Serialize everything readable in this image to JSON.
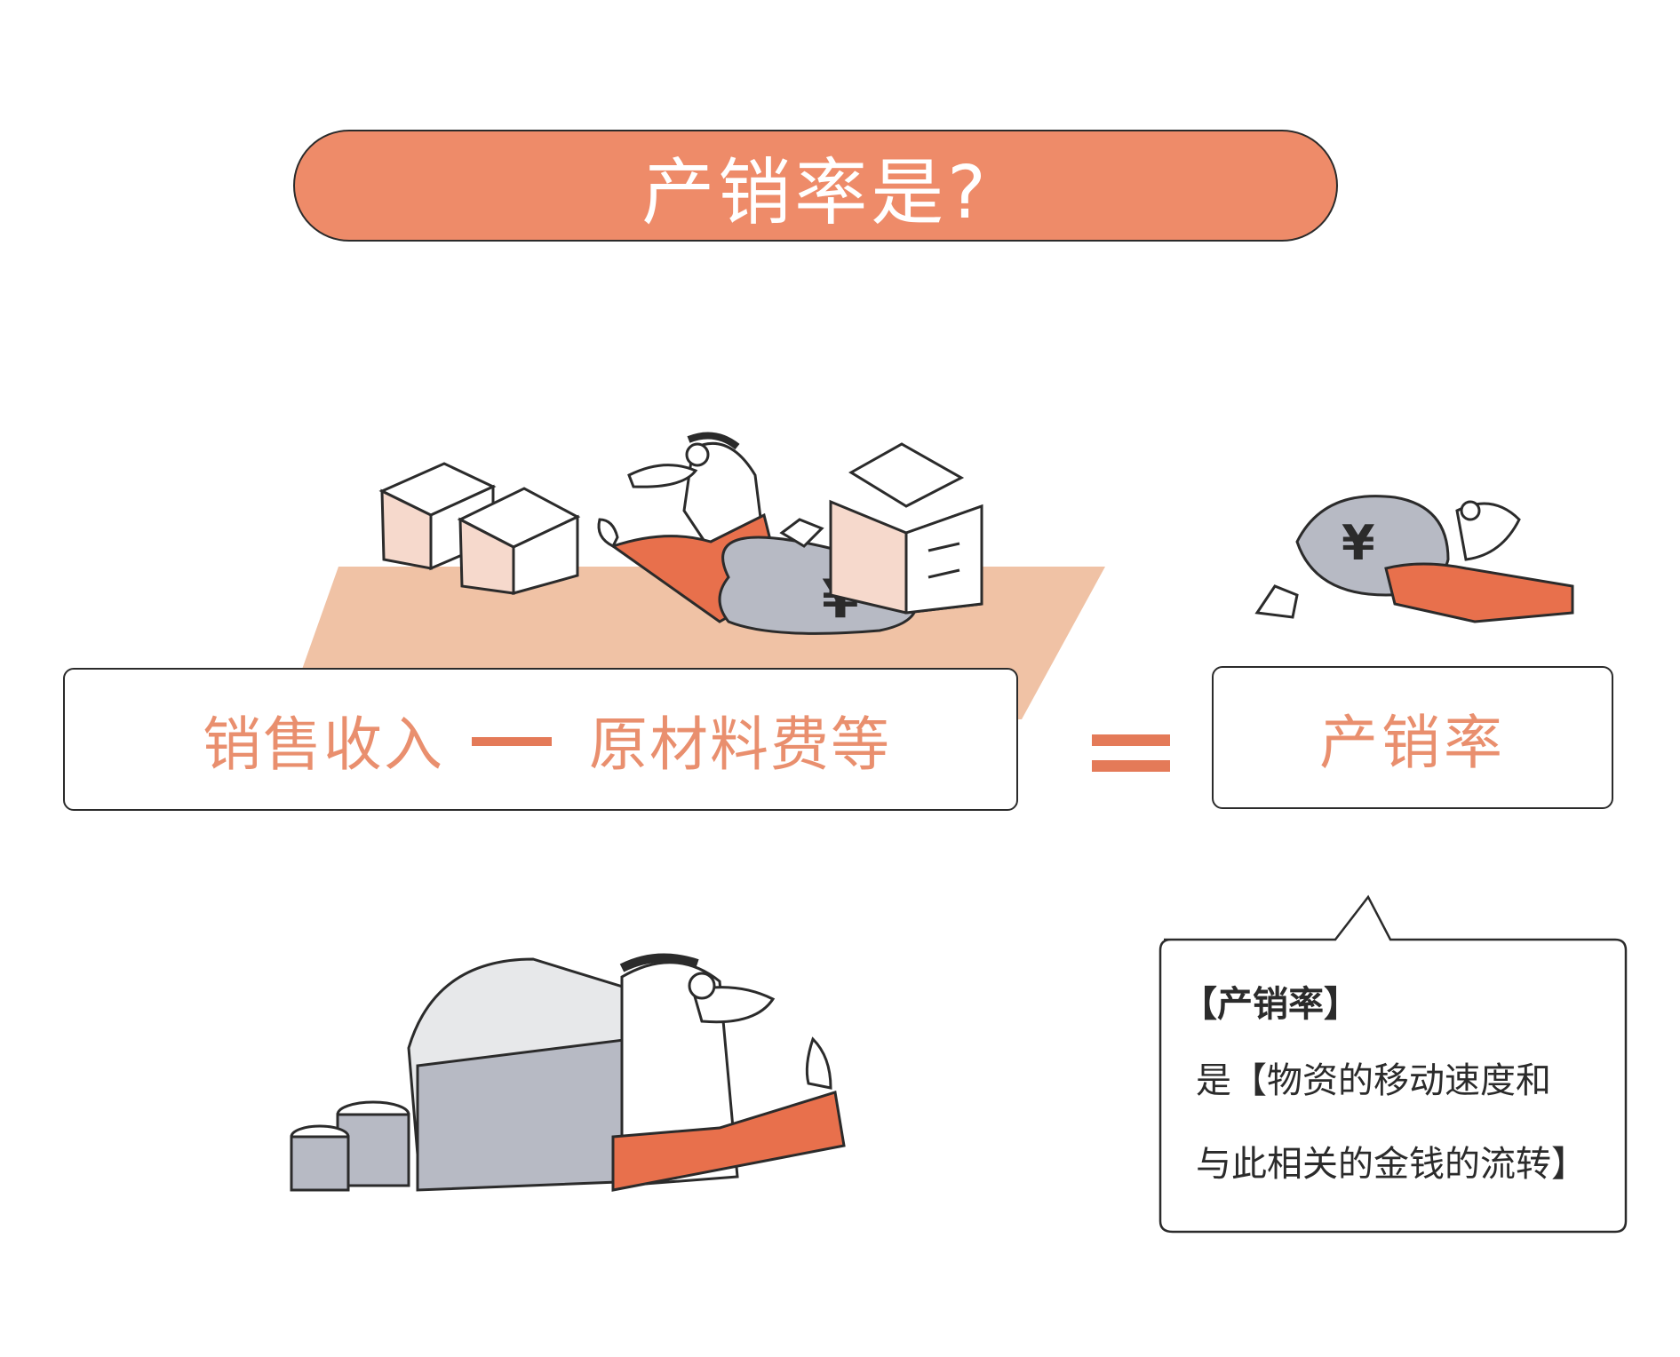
{
  "title": "产销率是?",
  "formula": {
    "term1": "销售收入",
    "term2": "原材料费等"
  },
  "result": "产销率",
  "bubble": {
    "heading": "【产销率】",
    "line1": "是【物资的移动速度和",
    "line2": "与此相关的金钱的流转】"
  },
  "icons": {
    "bag_symbol": "¥"
  },
  "colors": {
    "accent": "#ee8b69",
    "text_accent": "#e98f6e",
    "skin_tone_floor": "#f0c2a5",
    "sleeve": "#e8704c",
    "bag": "#b7bac4",
    "outline": "#2b2b2b"
  }
}
